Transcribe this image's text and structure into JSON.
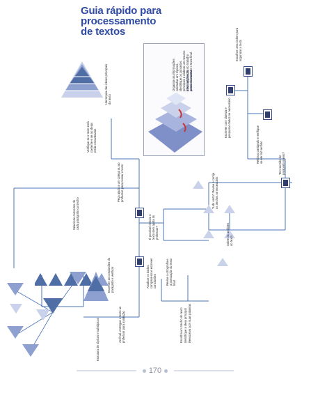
{
  "page": {
    "title_lines": [
      "Guia rápido para",
      "processamento",
      "de textos"
    ],
    "page_number": "170"
  },
  "colors": {
    "title": "#2f4aa3",
    "line": "#4b73b7",
    "triangle": "#4f6ea6",
    "triangle_light": "#c9d2ea",
    "tab": "#2e3f6d",
    "accent_red": "#d0312d"
  },
  "flow": {
    "start_label": "Escolher uma ordem para organizar o texto",
    "step_1": "Escrever com clareza e pesquisar dados se necessário",
    "step_2": "Releia o parágrafo e verifique se ele faz sentido",
    "decision_1": "Tem sentido do parágrafo inteiro?",
    "review_label": "Tudo certo? Revise e corrija os trechos se necessário",
    "decision_2": "Sobre as análises do texto",
    "branch_a": "É possível revisar o texto sem ajuda do professor?",
    "branch_b": "Peça ajuda a um colega ou ao professor para revisar o texto",
    "branch_c": "Analisar os dados, compará-los e escrever conclusões",
    "branch_d": "Escrever as conclusões do parágrafo e verificar",
    "note_1": "Verifique se o texto está coerente e se as ideias estão encadeadas",
    "note_2": "Selecione conceitos de cada parágrafo ou trecho",
    "note_3": "Revise a ortografia e a pontuação do texto final",
    "note_4": "Ao final, entregue o texto ao professor para avaliação",
    "list_items": [
      "Escolha um trecho do texto",
      "Identifique a ideia principal",
      "Reescreva com suas palavras"
    ]
  },
  "sidebar": {
    "heading": "Informações do processamento",
    "body": "Organize as informações coletadas em tópicos, identifique os conceitos principais e elabore um resumo para cada seção do trabalho antes de escrever o texto final."
  },
  "pyramid_caption": "Hierarquia das ideias principais do texto",
  "tree_caption": "Estrutura de tópicos e subtópicos"
}
